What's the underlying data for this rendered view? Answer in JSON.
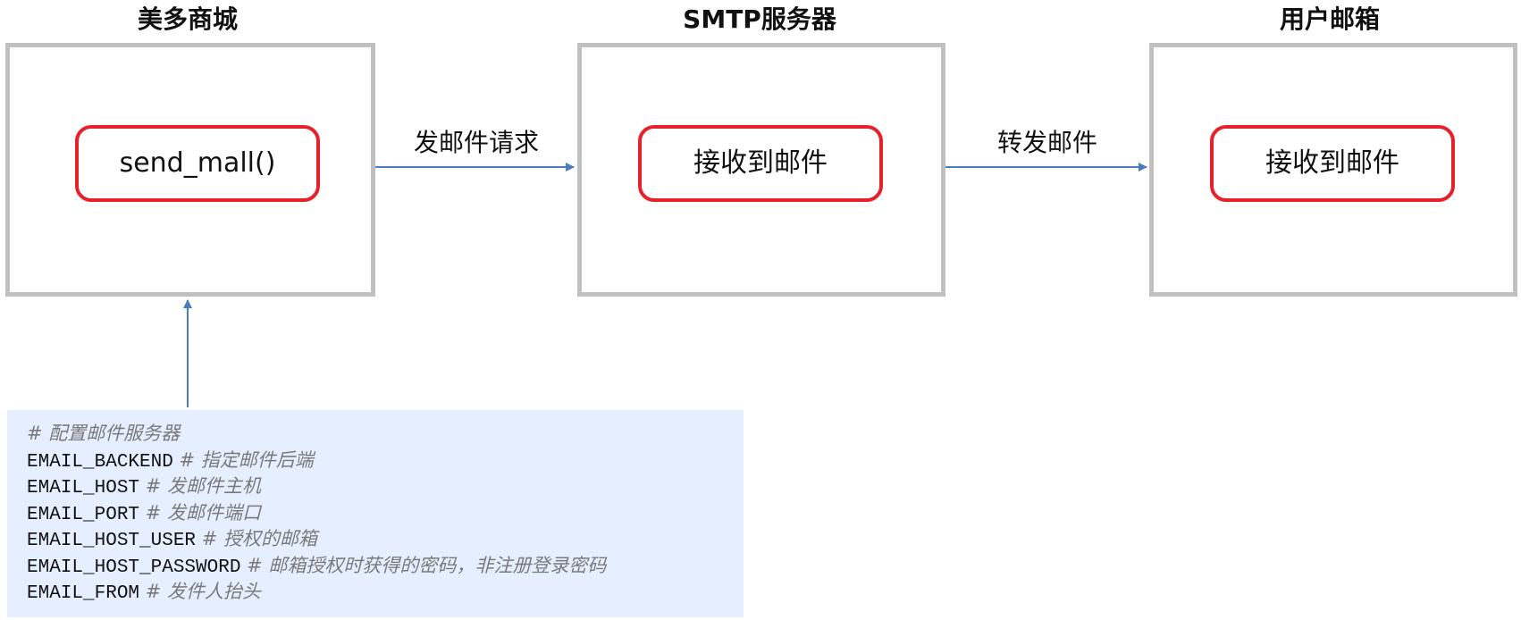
{
  "nodes": [
    {
      "title": "美多商城",
      "content": "send_mall()"
    },
    {
      "title": "SMTP服务器",
      "content": "接收到邮件"
    },
    {
      "title": "用户邮箱",
      "content": "接收到邮件"
    }
  ],
  "edges": [
    {
      "label": "发邮件请求"
    },
    {
      "label": "转发邮件"
    }
  ],
  "config": {
    "header_comment": "# 配置邮件服务器",
    "lines": [
      {
        "key": "EMAIL_BACKEND",
        "comment": "# 指定邮件后端"
      },
      {
        "key": "EMAIL_HOST",
        "comment": "# 发邮件主机"
      },
      {
        "key": "EMAIL_PORT",
        "comment": "# 发邮件端口"
      },
      {
        "key": "EMAIL_HOST_USER",
        "comment": "# 授权的邮箱"
      },
      {
        "key": "EMAIL_HOST_PASSWORD",
        "comment": "# 邮箱授权时获得的密码，非注册登录密码"
      },
      {
        "key": "EMAIL_FROM",
        "comment": "# 发件人抬头"
      }
    ]
  },
  "colors": {
    "outer_border": "#c0c0c0",
    "inner_border": "#e8202a",
    "arrow": "#4a7ebb",
    "config_background": "#e6efff",
    "comment_text": "#7a7a7a"
  }
}
